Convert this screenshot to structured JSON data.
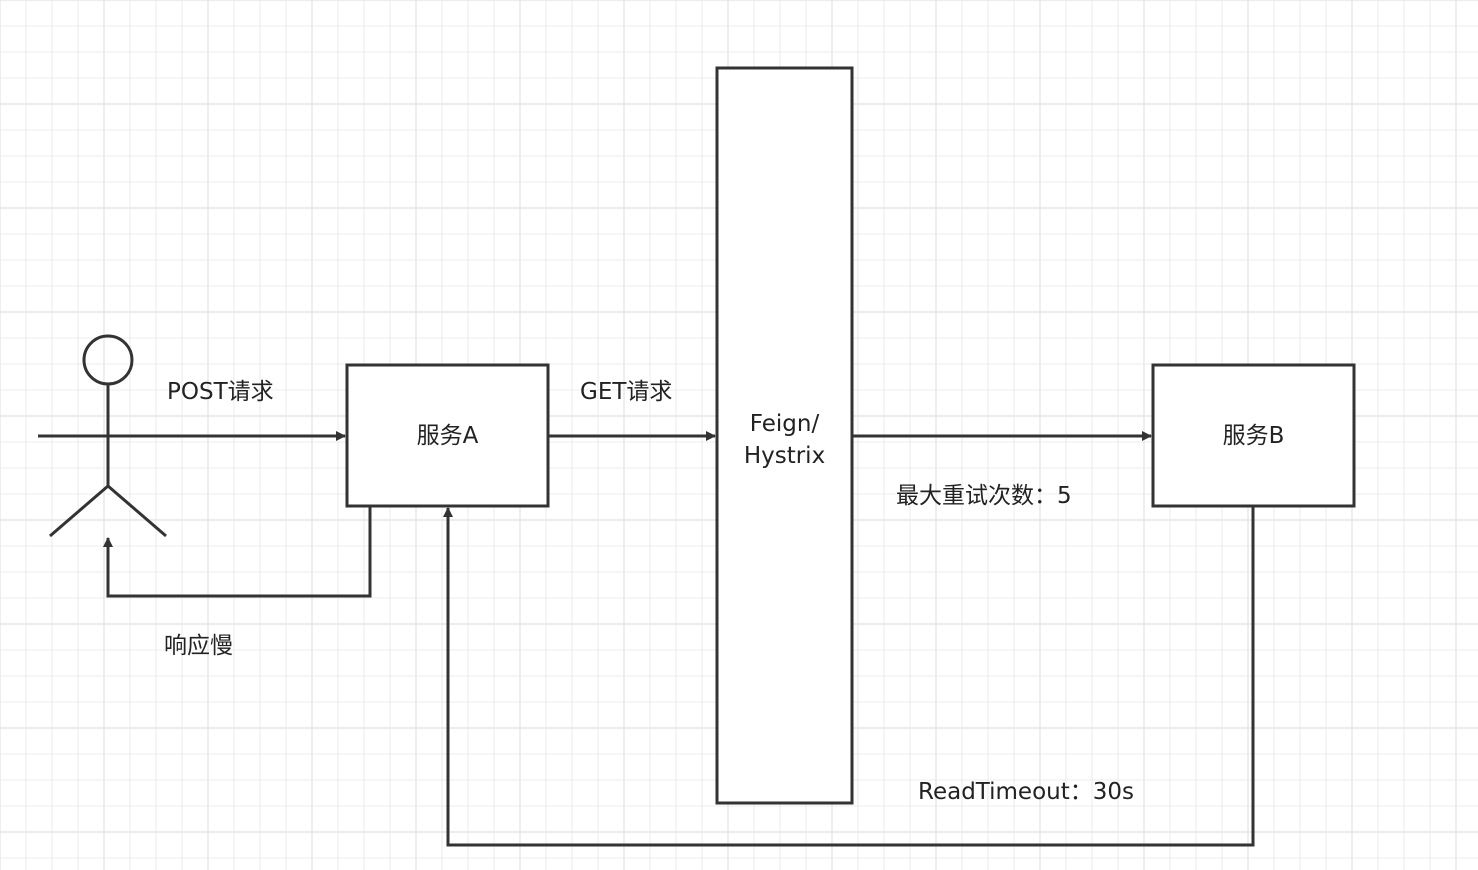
{
  "colors": {
    "stroke": "#333333",
    "grid": "#e6e6e6",
    "background": "#ffffff",
    "text": "#222222"
  },
  "nodes": {
    "actor": {
      "kind": "stick-figure"
    },
    "service_a": {
      "label": "服务A"
    },
    "gateway": {
      "label_line1": "Feign/",
      "label_line2": "Hystrix"
    },
    "service_b": {
      "label": "服务B"
    }
  },
  "edges": {
    "post_request": {
      "label": "POST请求"
    },
    "get_request": {
      "label": "GET请求"
    },
    "gateway_to_b": {
      "label": "最大重试次数：5"
    },
    "b_to_a": {
      "label": "ReadTimeout：30s"
    },
    "a_to_actor": {
      "label": "响应慢"
    }
  }
}
